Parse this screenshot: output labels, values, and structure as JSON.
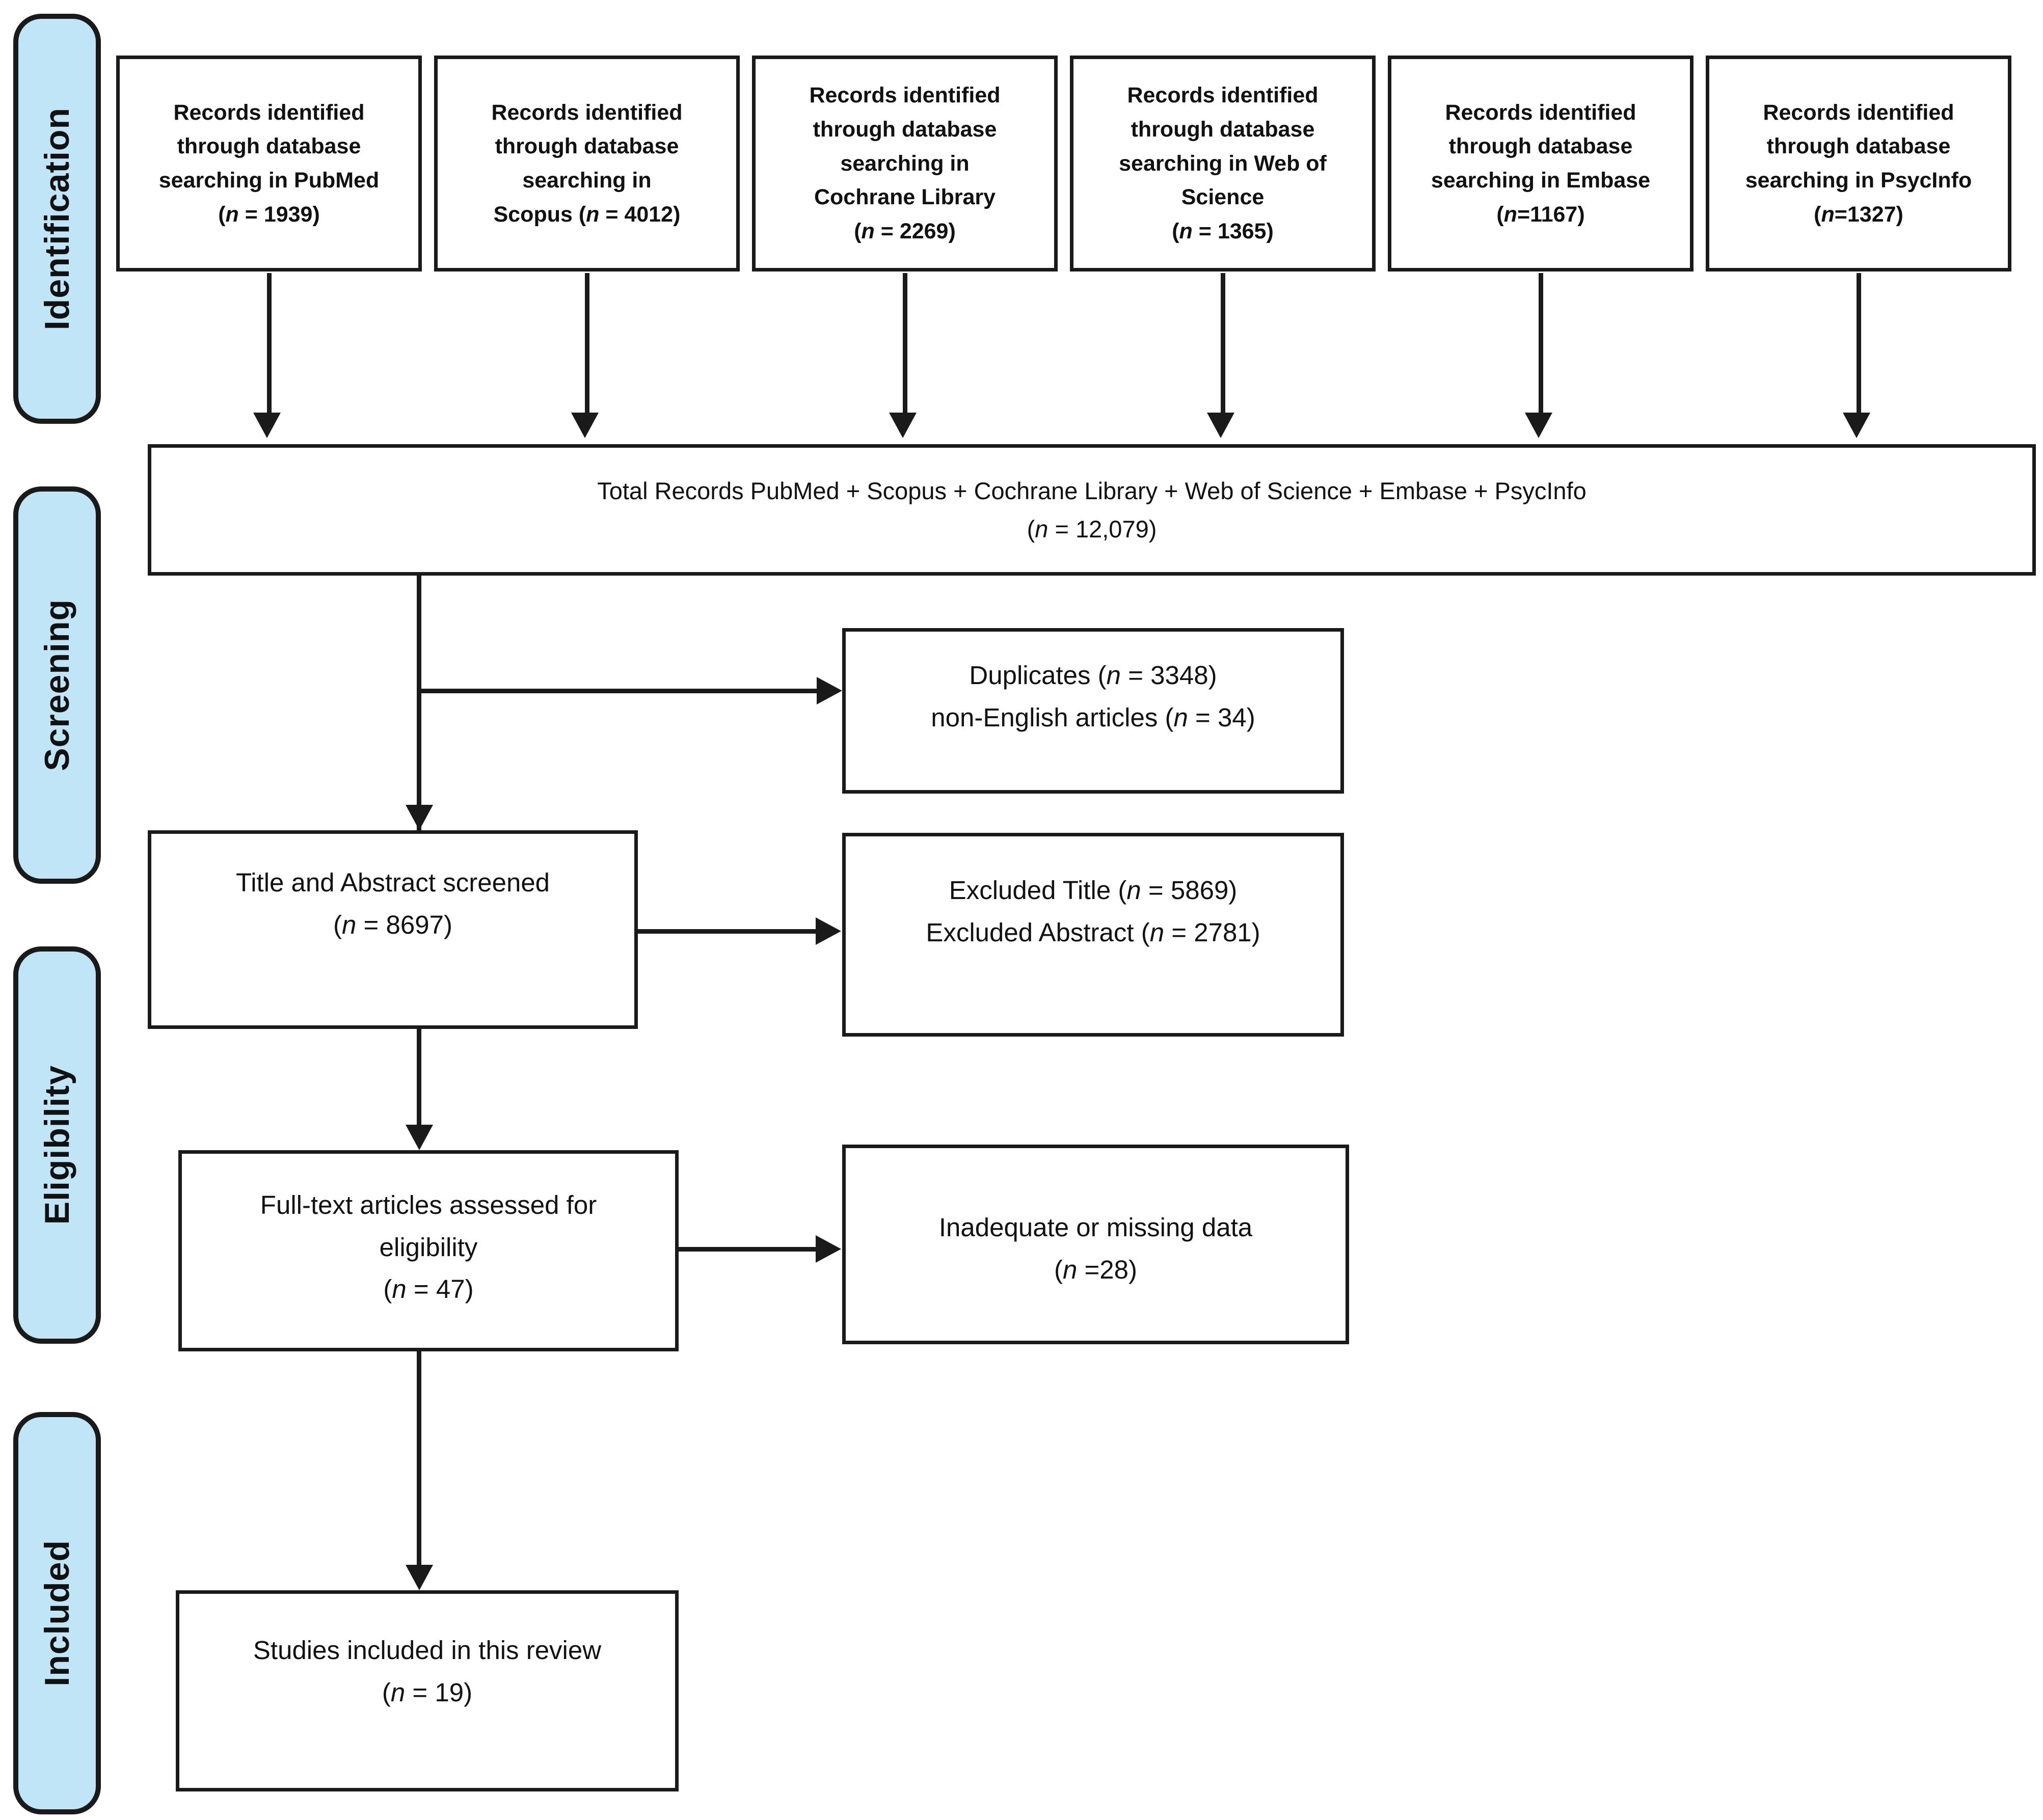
{
  "colors": {
    "stage_fill": "#bfe5f7",
    "line": "#1a1a1a"
  },
  "stages": {
    "identification": "Identification",
    "screening": "Screening",
    "eligibility": "Eligibility",
    "included": "Included"
  },
  "sources": [
    {
      "name": "pubmed",
      "lines": [
        "Records identified",
        "through database",
        "searching in PubMed",
        "(n = 1939)"
      ]
    },
    {
      "name": "scopus",
      "lines": [
        "Records identified",
        "through database",
        "searching in",
        "Scopus (n = 4012)"
      ]
    },
    {
      "name": "cochrane",
      "lines": [
        "Records identified",
        "through database",
        "searching in",
        "Cochrane Library",
        "(n = 2269)"
      ]
    },
    {
      "name": "wos",
      "lines": [
        "Records identified",
        "through database",
        "searching in Web of",
        "Science",
        "(n = 1365)"
      ]
    },
    {
      "name": "embase",
      "lines": [
        "Records identified",
        "through database",
        "searching in Embase",
        "(n=1167)"
      ]
    },
    {
      "name": "psycinfo",
      "lines": [
        "Records identified",
        "through database",
        "searching in PsycInfo",
        "(n=1327)"
      ]
    }
  ],
  "total": {
    "lines": [
      "Total Records PubMed + Scopus + Cochrane Library + Web of Science + Embase + PsycInfo",
      "(n = 12,079)"
    ]
  },
  "duplicates": {
    "lines": [
      "Duplicates (n = 3348)",
      "non-English articles (n = 34)"
    ]
  },
  "title_abstract": {
    "lines": [
      "Title and Abstract screened",
      "(n = 8697)"
    ]
  },
  "excluded": {
    "lines": [
      "Excluded Title (n = 5869)",
      "Excluded Abstract (n = 2781)"
    ]
  },
  "full_text": {
    "lines": [
      "Full-text articles assessed for",
      "eligibility",
      "(n = 47)"
    ]
  },
  "inadequate": {
    "lines": [
      "Inadequate or missing data",
      "(n =28)"
    ]
  },
  "included_studies": {
    "lines": [
      "Studies included in this review",
      "(n = 19)"
    ]
  }
}
